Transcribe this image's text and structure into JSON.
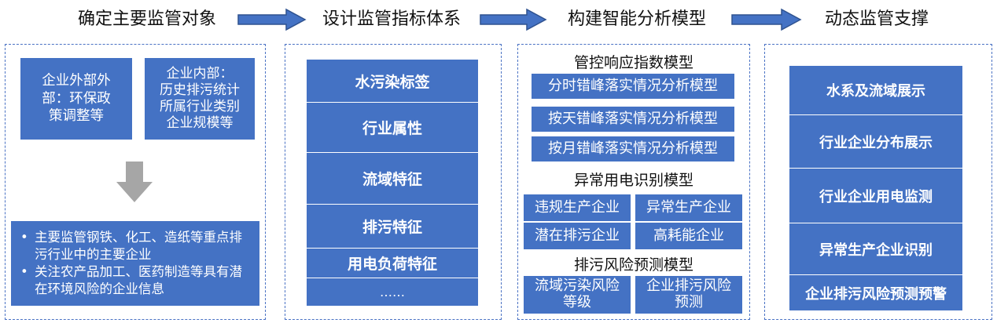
{
  "steps": [
    "确定主要监管对象",
    "设计监管指标体系",
    "构建智能分析模型",
    "动态监管支撑"
  ],
  "col1": {
    "external": "企业外部外部：环保政策调整等",
    "external_lines": [
      "企业外部外",
      "部：环保政",
      "策调整等"
    ],
    "internal_lines": [
      "企业内部：",
      "历史排污统计",
      "所属行业类别",
      "企业规模等"
    ],
    "bullets": [
      "主要监管钢铁、化工、造纸等重点排污行业中的主要企业",
      "关注农产品加工、医药制造等具有潜在环境风险的企业信息"
    ]
  },
  "col2": {
    "items": [
      "水污染标签",
      "行业属性",
      "流域特征",
      "排污特征",
      "用电负荷特征",
      "……"
    ]
  },
  "col3": {
    "group1_title": "管控响应指数模型",
    "group1_items": [
      "分时错峰落实情况分析模型",
      "按天错峰落实情况分析模型",
      "按月错峰落实情况分析模型"
    ],
    "group2_title": "异常用电识别模型",
    "group2_items": [
      "违规生产企业",
      "异常生产企业",
      "潜在排污企业",
      "高耗能企业"
    ],
    "group3_title": "排污风险预测模型",
    "group3_items": [
      {
        "l1": "流域污染风险",
        "l2": "等级"
      },
      {
        "l1": "企业排污风险",
        "l2": "预测"
      }
    ]
  },
  "col4": {
    "items": [
      "水系及流域展示",
      "行业企业分布展示",
      "行业企业用电监测",
      "异常生产企业识别",
      "企业排污风险预测预警"
    ]
  },
  "colors": {
    "box": "#4472c4",
    "panel_border": "#4a72c4",
    "flow_arrow": "#4472c4",
    "down_arrow": "#a6a6a6"
  }
}
